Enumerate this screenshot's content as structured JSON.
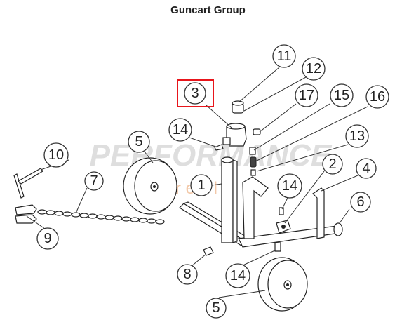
{
  "title": "Guncart Group",
  "watermark": {
    "brand": "PERFORMANCE",
    "sub": "r e e l"
  },
  "highlight_color": "#e8151b",
  "callouts": [
    {
      "id": "c11",
      "label": "11"
    },
    {
      "id": "c12",
      "label": "12"
    },
    {
      "id": "c3",
      "label": "3",
      "highlighted": true
    },
    {
      "id": "c17",
      "label": "17"
    },
    {
      "id": "c15",
      "label": "15"
    },
    {
      "id": "c16",
      "label": "16"
    },
    {
      "id": "c14a",
      "label": "14"
    },
    {
      "id": "c5a",
      "label": "5"
    },
    {
      "id": "c13",
      "label": "13"
    },
    {
      "id": "c10",
      "label": "10"
    },
    {
      "id": "c2",
      "label": "2"
    },
    {
      "id": "c4",
      "label": "4"
    },
    {
      "id": "c7",
      "label": "7"
    },
    {
      "id": "c1",
      "label": "1"
    },
    {
      "id": "c14b",
      "label": "14"
    },
    {
      "id": "c6",
      "label": "6"
    },
    {
      "id": "c9",
      "label": "9"
    },
    {
      "id": "c8",
      "label": "8"
    },
    {
      "id": "c14c",
      "label": "14"
    },
    {
      "id": "c5b",
      "label": "5"
    }
  ]
}
